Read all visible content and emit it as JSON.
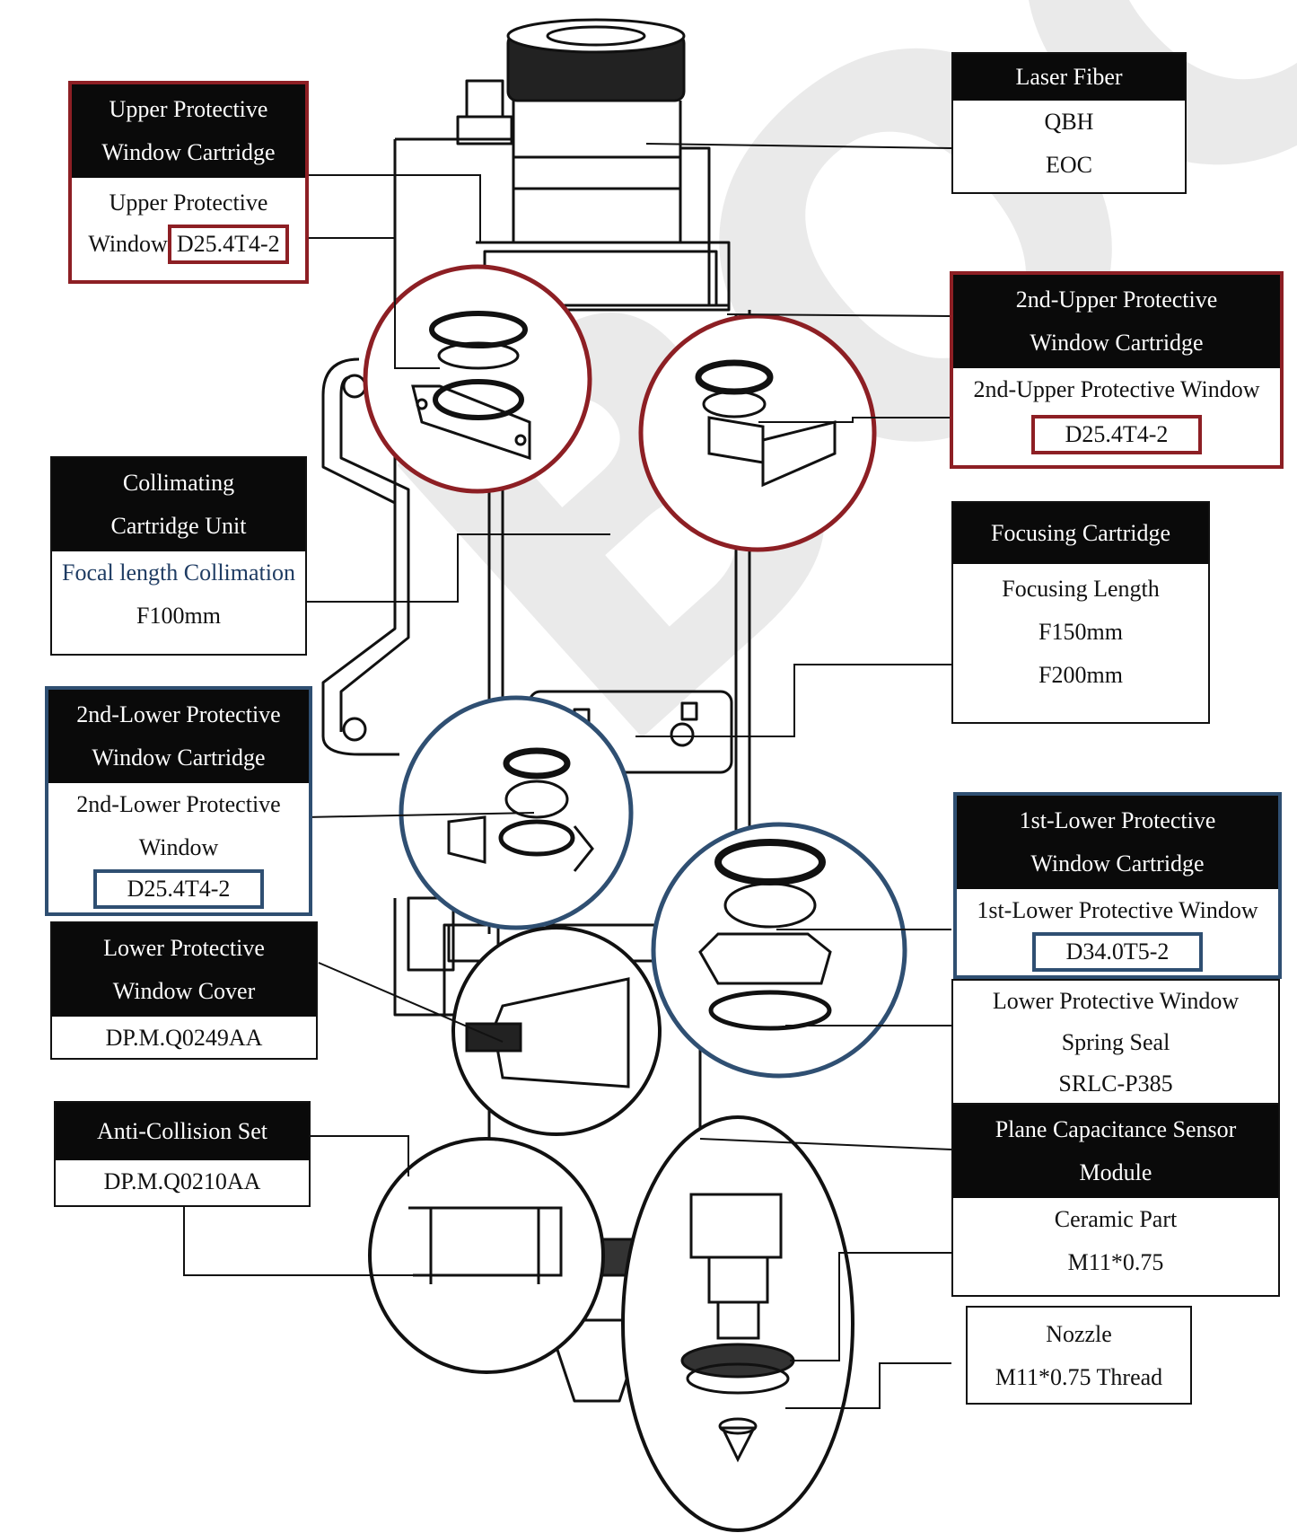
{
  "watermark": "BOCI",
  "labels": {
    "laser_fiber": {
      "title": "Laser Fiber",
      "lines": [
        "QBH",
        "EOC"
      ]
    },
    "upper_window": {
      "title": [
        "Upper Protective",
        "Window Cartridge"
      ],
      "line1": "Upper Protective",
      "line2_prefix": "Window",
      "spec": "D25.4T4-2"
    },
    "second_upper": {
      "title": [
        "2nd-Upper Protective",
        "Window Cartridge"
      ],
      "line1": "2nd-Upper Protective Window",
      "spec": "D25.4T4-2"
    },
    "collimating": {
      "title": [
        "Collimating",
        "Cartridge Unit"
      ],
      "line1": "Focal length Collimation",
      "line2": "F100mm"
    },
    "focusing": {
      "title": "Focusing Cartridge",
      "lines": [
        "Focusing Length",
        "F150mm",
        "F200mm"
      ]
    },
    "second_lower": {
      "title": [
        "2nd-Lower Protective",
        "Window Cartridge"
      ],
      "lines": [
        "2nd-Lower Protective",
        "Window"
      ],
      "spec": "D25.4T4-2"
    },
    "first_lower": {
      "title": [
        "1st-Lower Protective",
        "Window Cartridge"
      ],
      "line1": "1st-Lower Protective Window",
      "spec": "D34.0T5-2"
    },
    "lower_cover": {
      "title": [
        "Lower Protective",
        "Window Cover"
      ],
      "code": "DP.M.Q0249AA"
    },
    "spring_seal": {
      "lines": [
        "Lower Protective Window",
        "Spring Seal",
        "SRLC-P385"
      ]
    },
    "anti_collision": {
      "title": "Anti-Collision Set",
      "code": "DP.M.Q0210AA"
    },
    "capacitance": {
      "title": [
        "Plane Capacitance Sensor",
        "Module"
      ],
      "lines": [
        "Ceramic Part",
        "M11*0.75"
      ]
    },
    "nozzle": {
      "lines": [
        "Nozzle",
        "M11*0.75 Thread"
      ]
    }
  },
  "colors": {
    "red_highlight": "#8d1f24",
    "blue_highlight": "#2f4f72",
    "header_bg": "#0a0a0a"
  }
}
